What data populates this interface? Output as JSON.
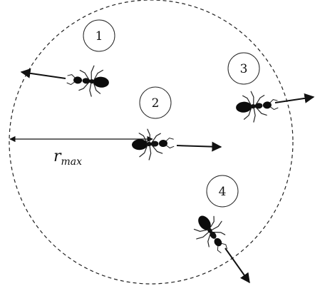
{
  "labels": {
    "ant_1": "1",
    "ant_2": "2",
    "ant_3": "3",
    "ant_4": "4",
    "radius_symbol": "r",
    "radius_subscript": "max"
  },
  "colors": {
    "ink": "#111111",
    "boundary": "#222222",
    "background": "#ffffff"
  }
}
